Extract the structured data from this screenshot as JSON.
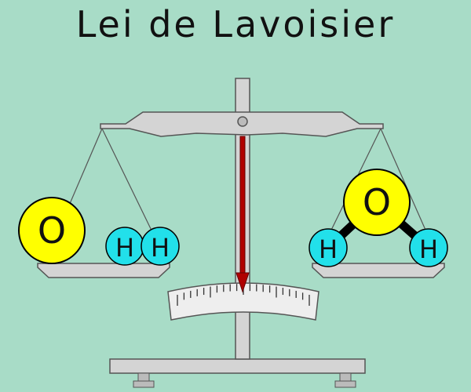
{
  "title": "Lei de Lavoisier",
  "left_pan": {
    "atoms": [
      {
        "symbol": "O",
        "color": "#ffff00"
      },
      {
        "symbol": "H",
        "color": "#22e0ea"
      },
      {
        "symbol": "H",
        "color": "#22e0ea"
      }
    ]
  },
  "right_pan": {
    "molecule": "water",
    "atoms": [
      {
        "symbol": "O",
        "color": "#ffff00"
      },
      {
        "symbol": "H",
        "color": "#22e0ea"
      },
      {
        "symbol": "H",
        "color": "#22e0ea"
      }
    ]
  },
  "colors": {
    "background": "#a8dcc7",
    "scale_metal": "#d4d4d4",
    "pointer": "#b00000",
    "oxygen": "#ffff00",
    "hydrogen": "#22e0ea",
    "bond": "#000000"
  },
  "balance_state": "equilibrium"
}
